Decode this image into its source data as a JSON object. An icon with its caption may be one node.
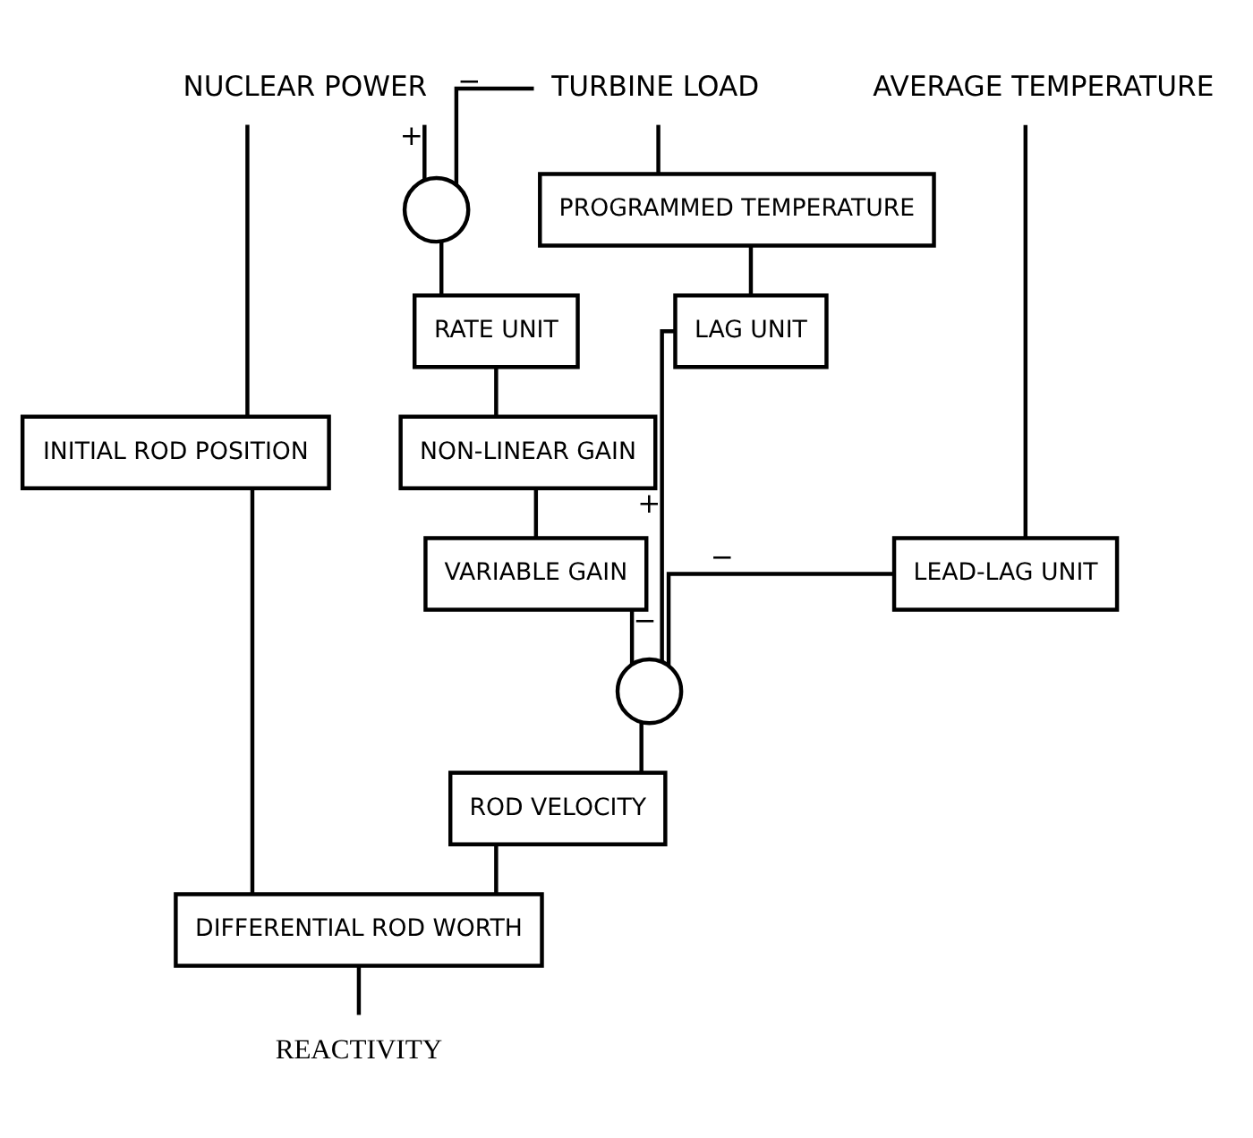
{
  "diagram": {
    "nodes": [
      {
        "text": [
          "NUCLEAR POWER"
        ]
      },
      {
        "text": [
          "TURBINE LOAD"
        ]
      },
      {
        "text": [
          "AVERAGE TEMPERATURE"
        ]
      },
      {
        "text": [],
        "shape": "circle"
      },
      {
        "text": [
          "RATE UNIT"
        ]
      },
      {
        "text": [
          "NON-LINEAR GAIN"
        ]
      },
      {
        "text": [
          "VARIABLE GAIN"
        ]
      },
      {
        "text": [
          "PROGRAMMED TEMPERATURE"
        ]
      },
      {
        "text": [
          "LAG UNIT"
        ]
      },
      {
        "text": [
          "LEAD-LAG UNIT"
        ]
      },
      {
        "text": [],
        "shape": "circle"
      },
      {
        "text": [
          "ROD VELOCITY"
        ]
      },
      {
        "text": [
          "INITIAL ROD POSITION"
        ]
      },
      {
        "text": [
          "DIFFERENTIAL ROD WORTH"
        ]
      },
      {
        "text": [
          "REACTIVITY"
        ]
      }
    ],
    "edges": [
      {
        "from": 0,
        "to": 3,
        "arrow": "none",
        "label": "+"
      },
      {
        "from": 0,
        "to": 12,
        "arrow": "none"
      },
      {
        "from": 1,
        "to": 3,
        "arrow": "none",
        "label": "−"
      },
      {
        "from": 1,
        "to": 7,
        "arrow": "none"
      },
      {
        "from": 3,
        "to": 4,
        "arrow": "none"
      },
      {
        "from": 4,
        "to": 5,
        "arrow": "none"
      },
      {
        "from": 5,
        "to": 6,
        "arrow": "none"
      },
      {
        "from": 6,
        "to": 10,
        "arrow": "none",
        "label": "−"
      },
      {
        "from": 7,
        "to": 8,
        "arrow": "none"
      },
      {
        "from": 8,
        "to": 10,
        "arrow": "none",
        "label": "+"
      },
      {
        "from": 2,
        "to": 9,
        "arrow": "none"
      },
      {
        "from": 9,
        "to": 10,
        "arrow": "none",
        "label": "−"
      },
      {
        "from": 10,
        "to": 11,
        "arrow": "none"
      },
      {
        "from": 11,
        "to": 13,
        "arrow": "none"
      },
      {
        "from": 12,
        "to": 13,
        "arrow": "none"
      },
      {
        "from": 13,
        "to": 14,
        "arrow": "none"
      }
    ]
  }
}
